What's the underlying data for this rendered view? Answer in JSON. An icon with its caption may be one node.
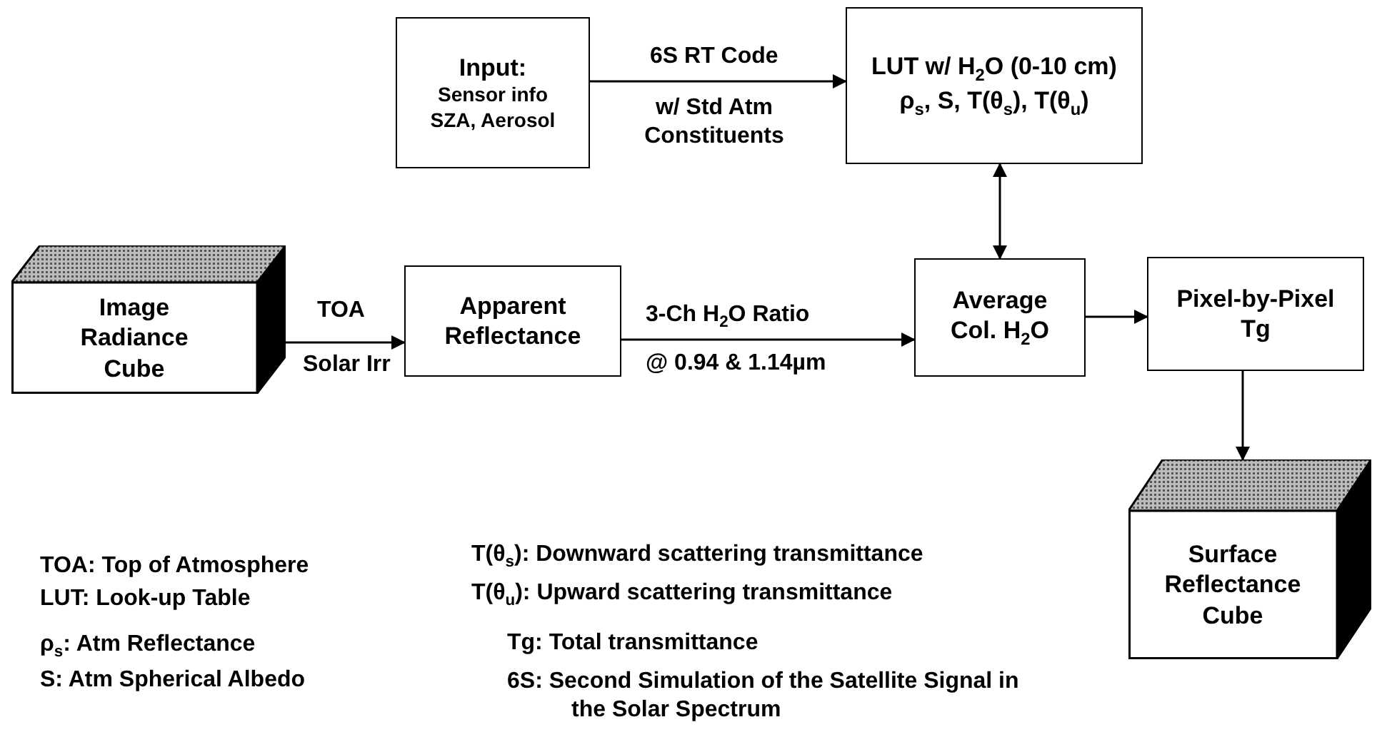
{
  "diagram": {
    "nodes": [
      {
        "text": [
          "Input:",
          "Sensor info SZA, Aerosol"
        ]
      },
      {
        "text": [
          "LUT w/ H$_{2}$O (0-10 cm) ρ$_{s}$, S, T(θ$_{s}$), T(θ$_{u}$)"
        ]
      },
      {
        "text": [
          "Image Radiance Cube"
        ]
      },
      {
        "text": [
          "Apparent Reflectance"
        ]
      },
      {
        "text": [
          "Average Col. H$_{2}$O"
        ]
      },
      {
        "text": [
          "Pixel-by-Pixel Tg"
        ]
      },
      {
        "text": [
          "Surface Reflectance Cube"
        ]
      }
    ],
    "edges": [
      {
        "from": 0,
        "to": 1,
        "arrow": "to",
        "label": "6S RT Code"
      },
      {
        "from": 2,
        "to": 3,
        "arrow": "to",
        "label": "TOA"
      },
      {
        "from": 3,
        "to": 4,
        "arrow": "to",
        "label": "3-Ch H$_{2}$O Ratio"
      },
      {
        "from": 4,
        "to": 1,
        "arrow": "both"
      },
      {
        "from": 4,
        "to": 5,
        "arrow": "to"
      },
      {
        "from": 5,
        "to": 6,
        "arrow": "to"
      }
    ],
    "labels": [
      "w/ Std Atm Constituents",
      "Solar Irr",
      "@ 0.94 & 1.14µm",
      "TOA: Top of Atmosphere",
      "T(θ$_{s}$): Downward scattering transmittance",
      "LUT: Look-up Table",
      "T(θ$_{u}$): Upward scattering transmittance",
      "ρ$_{s}$: Atm Reflectance",
      "Tg: Total transmittance",
      "S: Atm Spherical Albedo",
      "6S: Second Simulation of the Satellite Signal in the Solar Spectrum"
    ]
  }
}
